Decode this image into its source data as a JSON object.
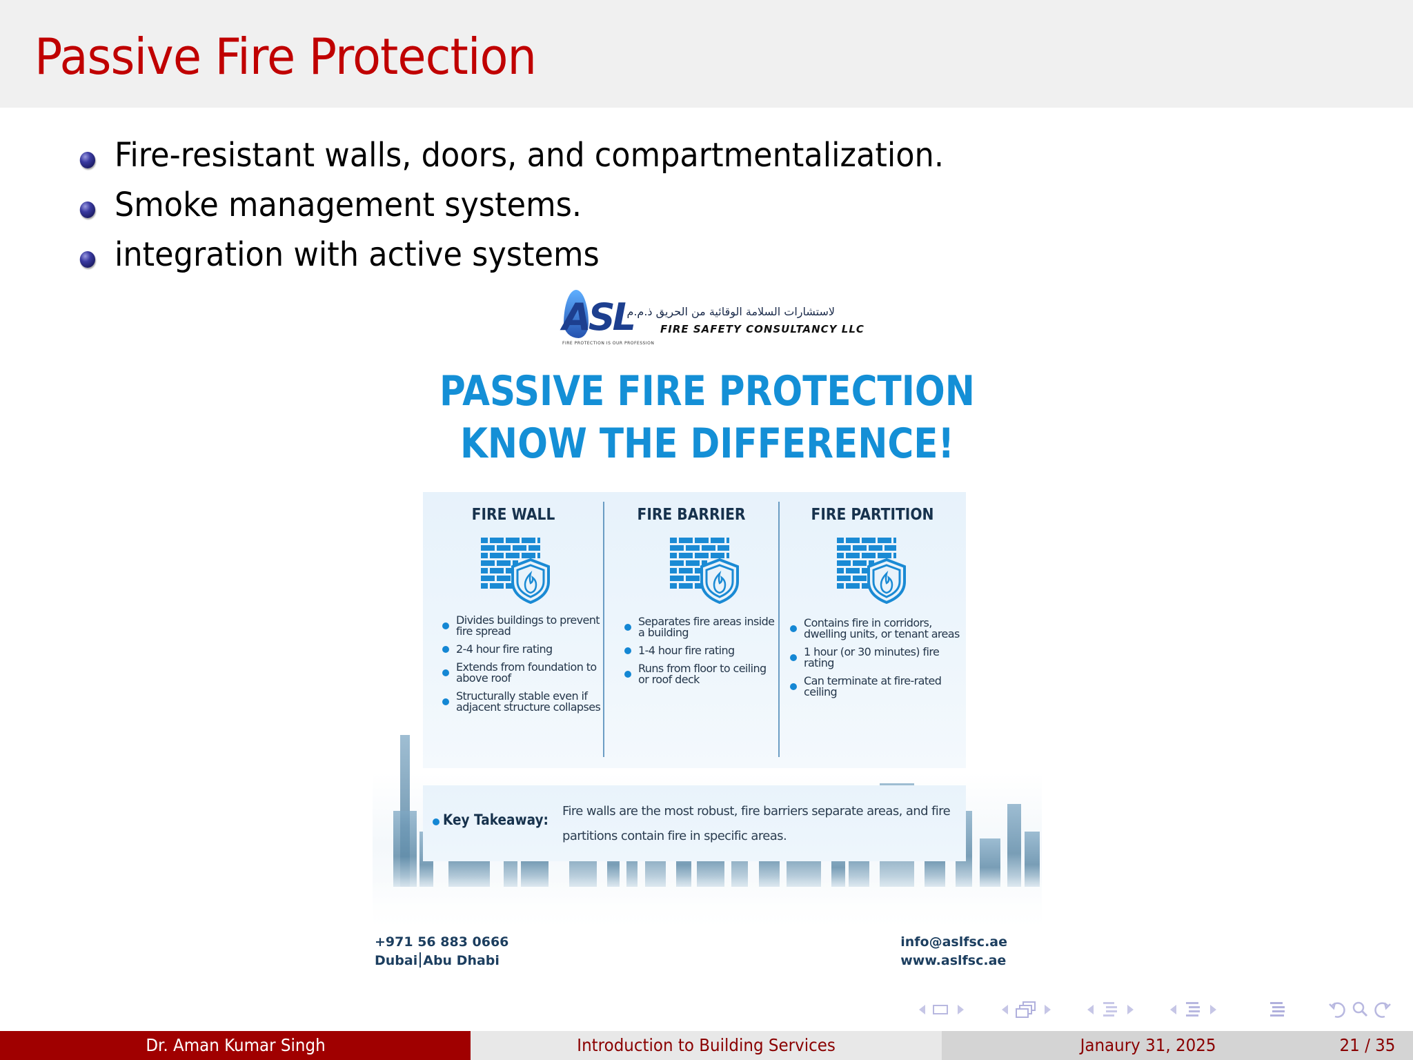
{
  "slide": {
    "title": "Passive Fire Protection",
    "bullets": [
      "Fire-resistant walls, doors, and compartmentalization.",
      "Smoke management systems.",
      "integration with active systems"
    ]
  },
  "infographic": {
    "logo": {
      "mark": "ASL",
      "arabic_name": "لاستشارات السلامة الوقائية من الحريق ذ.م.م",
      "company_name": "FIRE SAFETY CONSULTANCY LLC",
      "tagline": "FIRE PROTECTION IS OUR PROFESSION"
    },
    "headline_line1": "PASSIVE FIRE PROTECTION",
    "headline_line2": "KNOW THE DIFFERENCE!",
    "columns": [
      {
        "title": "FIRE WALL",
        "icon": "brick-wall-shield-flame-icon",
        "points": [
          "Divides buildings to prevent fire spread",
          "2-4 hour fire rating",
          "Extends from foundation to above roof",
          "Structurally stable even if adjacent structure collapses"
        ]
      },
      {
        "title": "FIRE BARRIER",
        "icon": "brick-wall-shield-flame-icon",
        "points": [
          "Separates fire areas inside a building",
          "1-4 hour fire rating",
          "Runs from floor to ceiling or roof deck"
        ]
      },
      {
        "title": "FIRE PARTITION",
        "icon": "brick-wall-shield-flame-icon",
        "points": [
          "Contains fire in corridors, dwelling units, or tenant areas",
          "1 hour (or 30 minutes) fire rating",
          "Can terminate at fire-rated ceiling"
        ]
      }
    ],
    "key_takeaway": {
      "label": "Key Takeaway:",
      "text": "Fire walls are the most robust, fire barriers separate areas, and fire partitions contain fire in specific areas."
    },
    "contact": {
      "phone": "+971 56 883 0666",
      "city1": "Dubai",
      "city2": "Abu Dhabi",
      "email": "info@aslfsc.ae",
      "website": "www.aslfsc.ae"
    },
    "colors": {
      "headline_blue": "#148fd6",
      "icon_blue": "#1a8ad4",
      "dark_navy": "#17324d"
    }
  },
  "footer": {
    "author": "Dr. Aman Kumar Singh",
    "course": "Introduction to Building Services",
    "date": "Janaury 31, 2025",
    "page": "21 / 35",
    "colors": {
      "author_bg": "#a00000",
      "title_bg": "#e8e8e8",
      "date_bg": "#d4d4d4",
      "accent_text": "#8a0000"
    }
  },
  "navigation": {
    "icons": [
      "nav-prev-frame",
      "frame-icon",
      "nav-next-frame",
      "nav-prev-subsection",
      "subsection-icon",
      "nav-next-subsection",
      "nav-prev-section",
      "section-icon",
      "nav-next-section",
      "nav-prev-presentation",
      "presentation-icon",
      "nav-next-presentation",
      "toc-icon",
      "back-icon",
      "search-icon",
      "forward-icon"
    ]
  },
  "theme": {
    "title_color": "#c00000",
    "title_bar_bg": "#f0f0f0",
    "bullet_color": "#2a2a8a",
    "nav_icon_color": "#b8b8e0"
  }
}
